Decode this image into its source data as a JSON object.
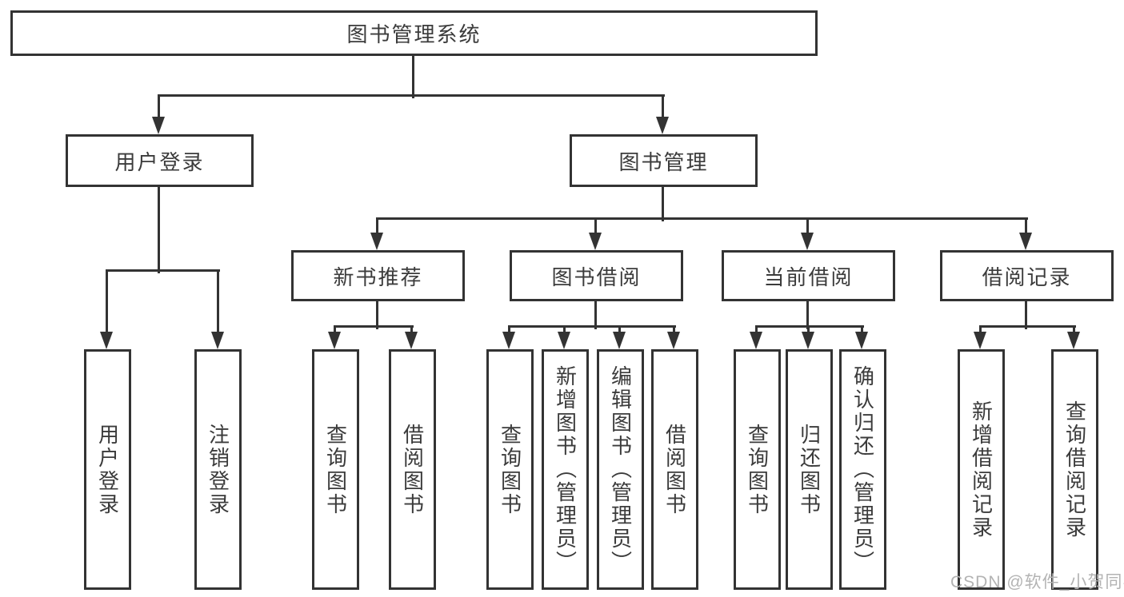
{
  "diagram": {
    "title": "图书管理系统",
    "root": {
      "label": "图书管理系统"
    },
    "level2": [
      {
        "label": "用户登录",
        "parent": "图书管理系统"
      },
      {
        "label": "图书管理",
        "parent": "图书管理系统"
      }
    ],
    "level3": [
      {
        "label": "新书推荐",
        "parent": "图书管理"
      },
      {
        "label": "图书借阅",
        "parent": "图书管理"
      },
      {
        "label": "当前借阅",
        "parent": "图书管理"
      },
      {
        "label": "借阅记录",
        "parent": "图书管理"
      }
    ],
    "level4": [
      {
        "label": "用户登录",
        "parent": "用户登录"
      },
      {
        "label": "注销登录",
        "parent": "用户登录"
      },
      {
        "label": "查询图书",
        "parent": "新书推荐"
      },
      {
        "label": "借阅图书",
        "parent": "新书推荐"
      },
      {
        "label": "查询图书",
        "parent": "图书借阅"
      },
      {
        "label": "新增图书（管理员）",
        "parent": "图书借阅"
      },
      {
        "label": "编辑图书（管理员）",
        "parent": "图书借阅"
      },
      {
        "label": "借阅图书",
        "parent": "图书借阅"
      },
      {
        "label": "查询图书",
        "parent": "当前借阅"
      },
      {
        "label": "归还图书",
        "parent": "当前借阅"
      },
      {
        "label": "确认归还（管理员）",
        "parent": "当前借阅"
      },
      {
        "label": "新增借阅记录",
        "parent": "借阅记录"
      },
      {
        "label": "查询借阅记录",
        "parent": "借阅记录"
      }
    ]
  },
  "watermark": {
    "text": "CSDN @软件_小贺同学"
  },
  "colors": {
    "line": "#333333",
    "text": "#3b3b3b",
    "background": "#ffffff",
    "watermark": "#b3b3b3"
  }
}
